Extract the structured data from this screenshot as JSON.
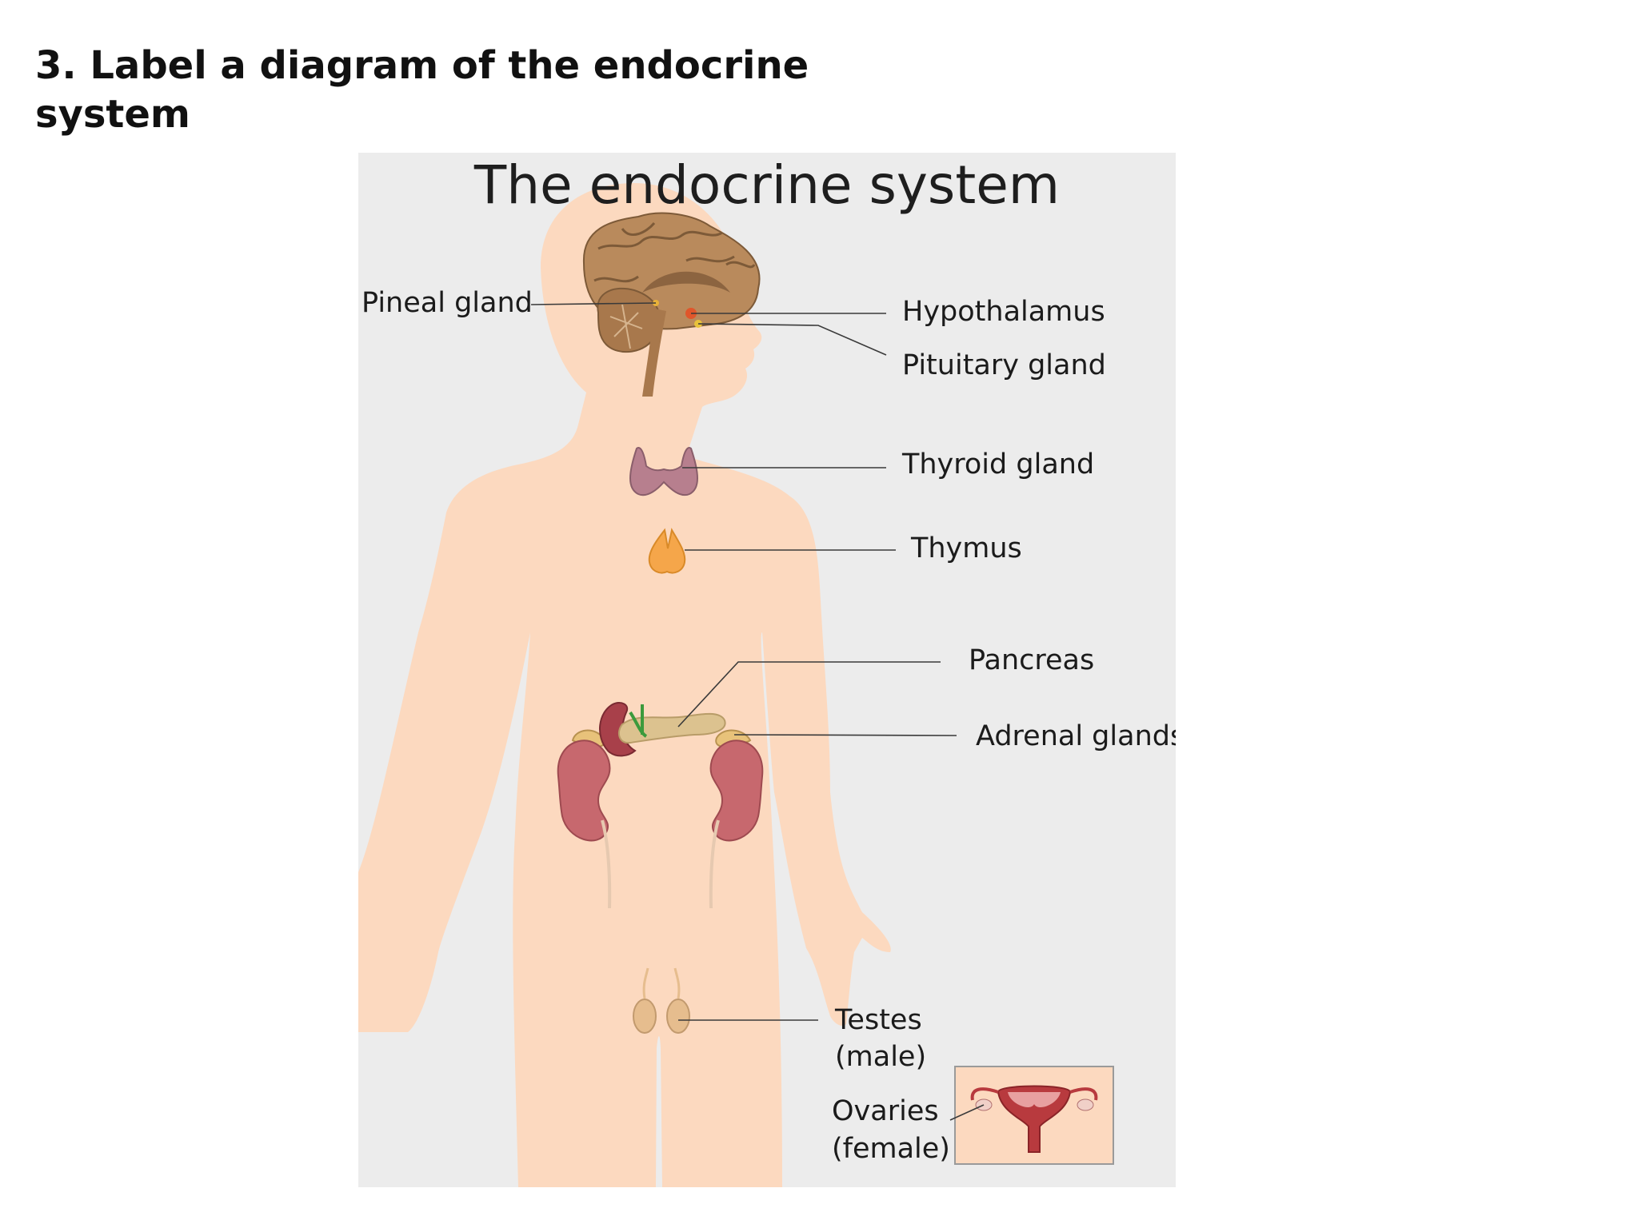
{
  "heading": "3. Label a diagram of the endocrine system",
  "figure": {
    "title": "The endocrine system",
    "labels": {
      "pineal": "Pineal gland",
      "hypothalamus": "Hypothalamus",
      "pituitary": "Pituitary gland",
      "thyroid": "Thyroid gland",
      "thymus": "Thymus",
      "pancreas": "Pancreas",
      "adrenal": "Adrenal glands",
      "testes_1": "Testes",
      "testes_2": "(male)",
      "ovaries_1": "Ovaries",
      "ovaries_2": "(female)"
    }
  },
  "colors": {
    "background": "#ececec",
    "skin": "#fcd9bf",
    "brain": "#b98a5c",
    "kidney": "#c7686e",
    "adrenal": "#e8c27a",
    "thyroid": "#b77f8e",
    "thymus": "#f5a64a",
    "pancreas": "#dcc28f",
    "uterus": "#b83a3e"
  }
}
